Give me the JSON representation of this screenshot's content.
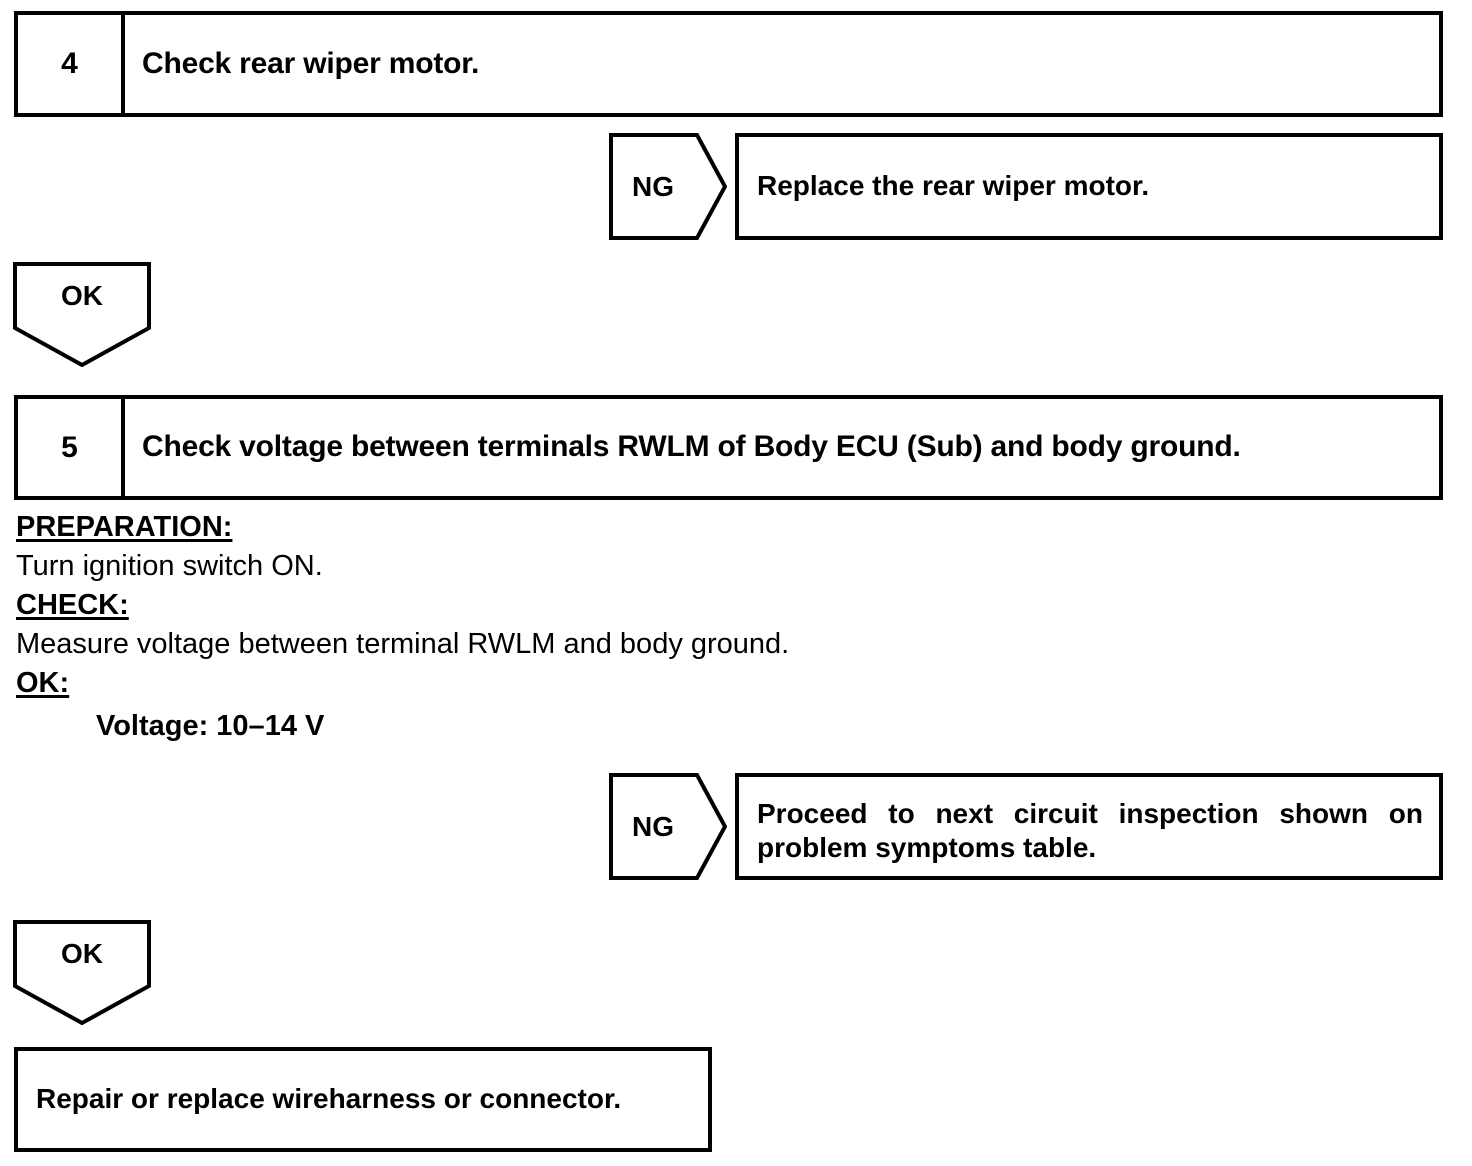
{
  "document": {
    "type": "diagnostic-flowchart",
    "title": "Rear wiper circuit inspection steps 4-5"
  },
  "steps": [
    {
      "number": "4",
      "title": "Check rear wiper motor.",
      "ng": {
        "label": "NG",
        "result": "Replace the rear wiper motor."
      },
      "ok": {
        "label": "OK"
      }
    },
    {
      "number": "5",
      "title": "Check voltage between terminals RWLM of Body ECU (Sub) and body ground.",
      "procedure": [
        {
          "kind": "head",
          "text": "PREPARATION:"
        },
        {
          "kind": "body",
          "text": "Turn ignition switch ON."
        },
        {
          "kind": "head",
          "text": "CHECK:"
        },
        {
          "kind": "body",
          "text": "Measure voltage between terminal RWLM and body ground."
        },
        {
          "kind": "head",
          "text": "OK:"
        },
        {
          "kind": "value",
          "text": "Voltage: 10–14 V"
        }
      ],
      "ng": {
        "label": "NG",
        "result": "Proceed to next circuit inspection shown on problem symptoms table."
      },
      "ok": {
        "label": "OK"
      }
    }
  ],
  "final": {
    "result": "Repair or replace wireharness or connector."
  },
  "colors": {
    "ink": "#000000",
    "paper": "#ffffff"
  }
}
